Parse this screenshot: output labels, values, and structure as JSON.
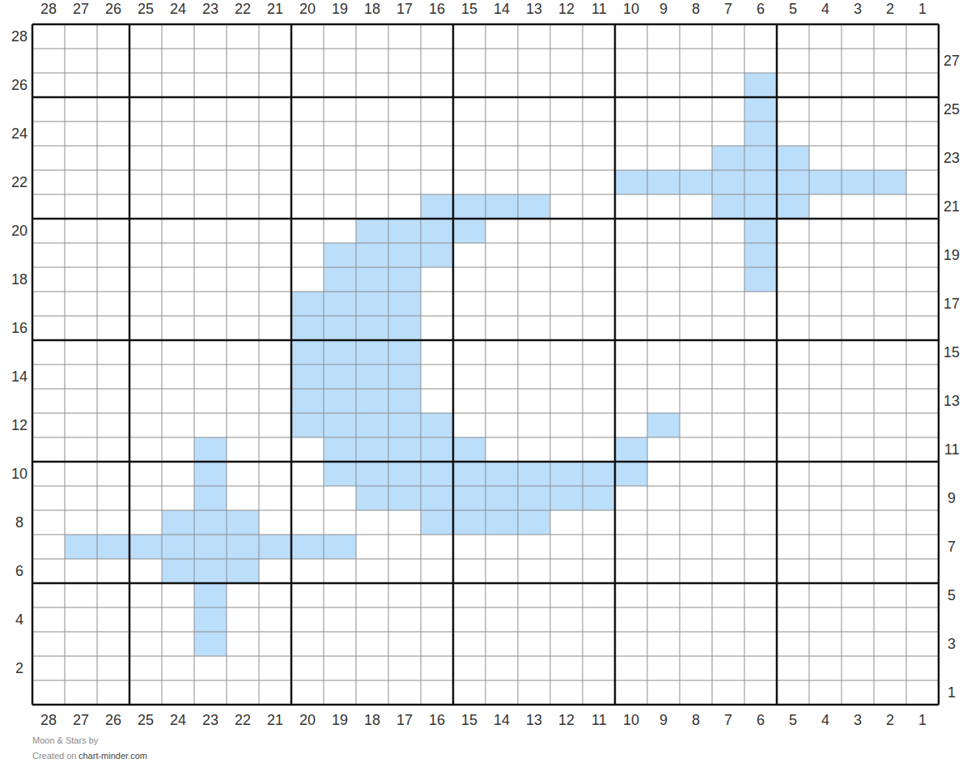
{
  "diagram": {
    "labels": [
      "28",
      "27",
      "26",
      "25",
      "24",
      "23",
      "22",
      "21",
      "20",
      "19",
      "18",
      "17",
      "16",
      "15",
      "14",
      "13",
      "12",
      "11",
      "10",
      "9",
      "8",
      "7",
      "6",
      "5",
      "4",
      "3",
      "2",
      "1",
      "28",
      "27",
      "26",
      "25",
      "24",
      "23",
      "22",
      "21",
      "20",
      "19",
      "18",
      "17",
      "16",
      "15",
      "14",
      "13",
      "12",
      "11",
      "10",
      "9",
      "8",
      "7",
      "6",
      "5",
      "4",
      "3",
      "2",
      "1",
      "28",
      "26",
      "24",
      "22",
      "20",
      "18",
      "16",
      "14",
      "12",
      "10",
      "8",
      "6",
      "4",
      "2",
      "27",
      "25",
      "23",
      "21",
      "19",
      "17",
      "15",
      "13",
      "11",
      "9",
      "7",
      "5",
      "3",
      "1",
      "Moon & Stars by",
      "Created on",
      "chart-minder.com"
    ]
  }
}
